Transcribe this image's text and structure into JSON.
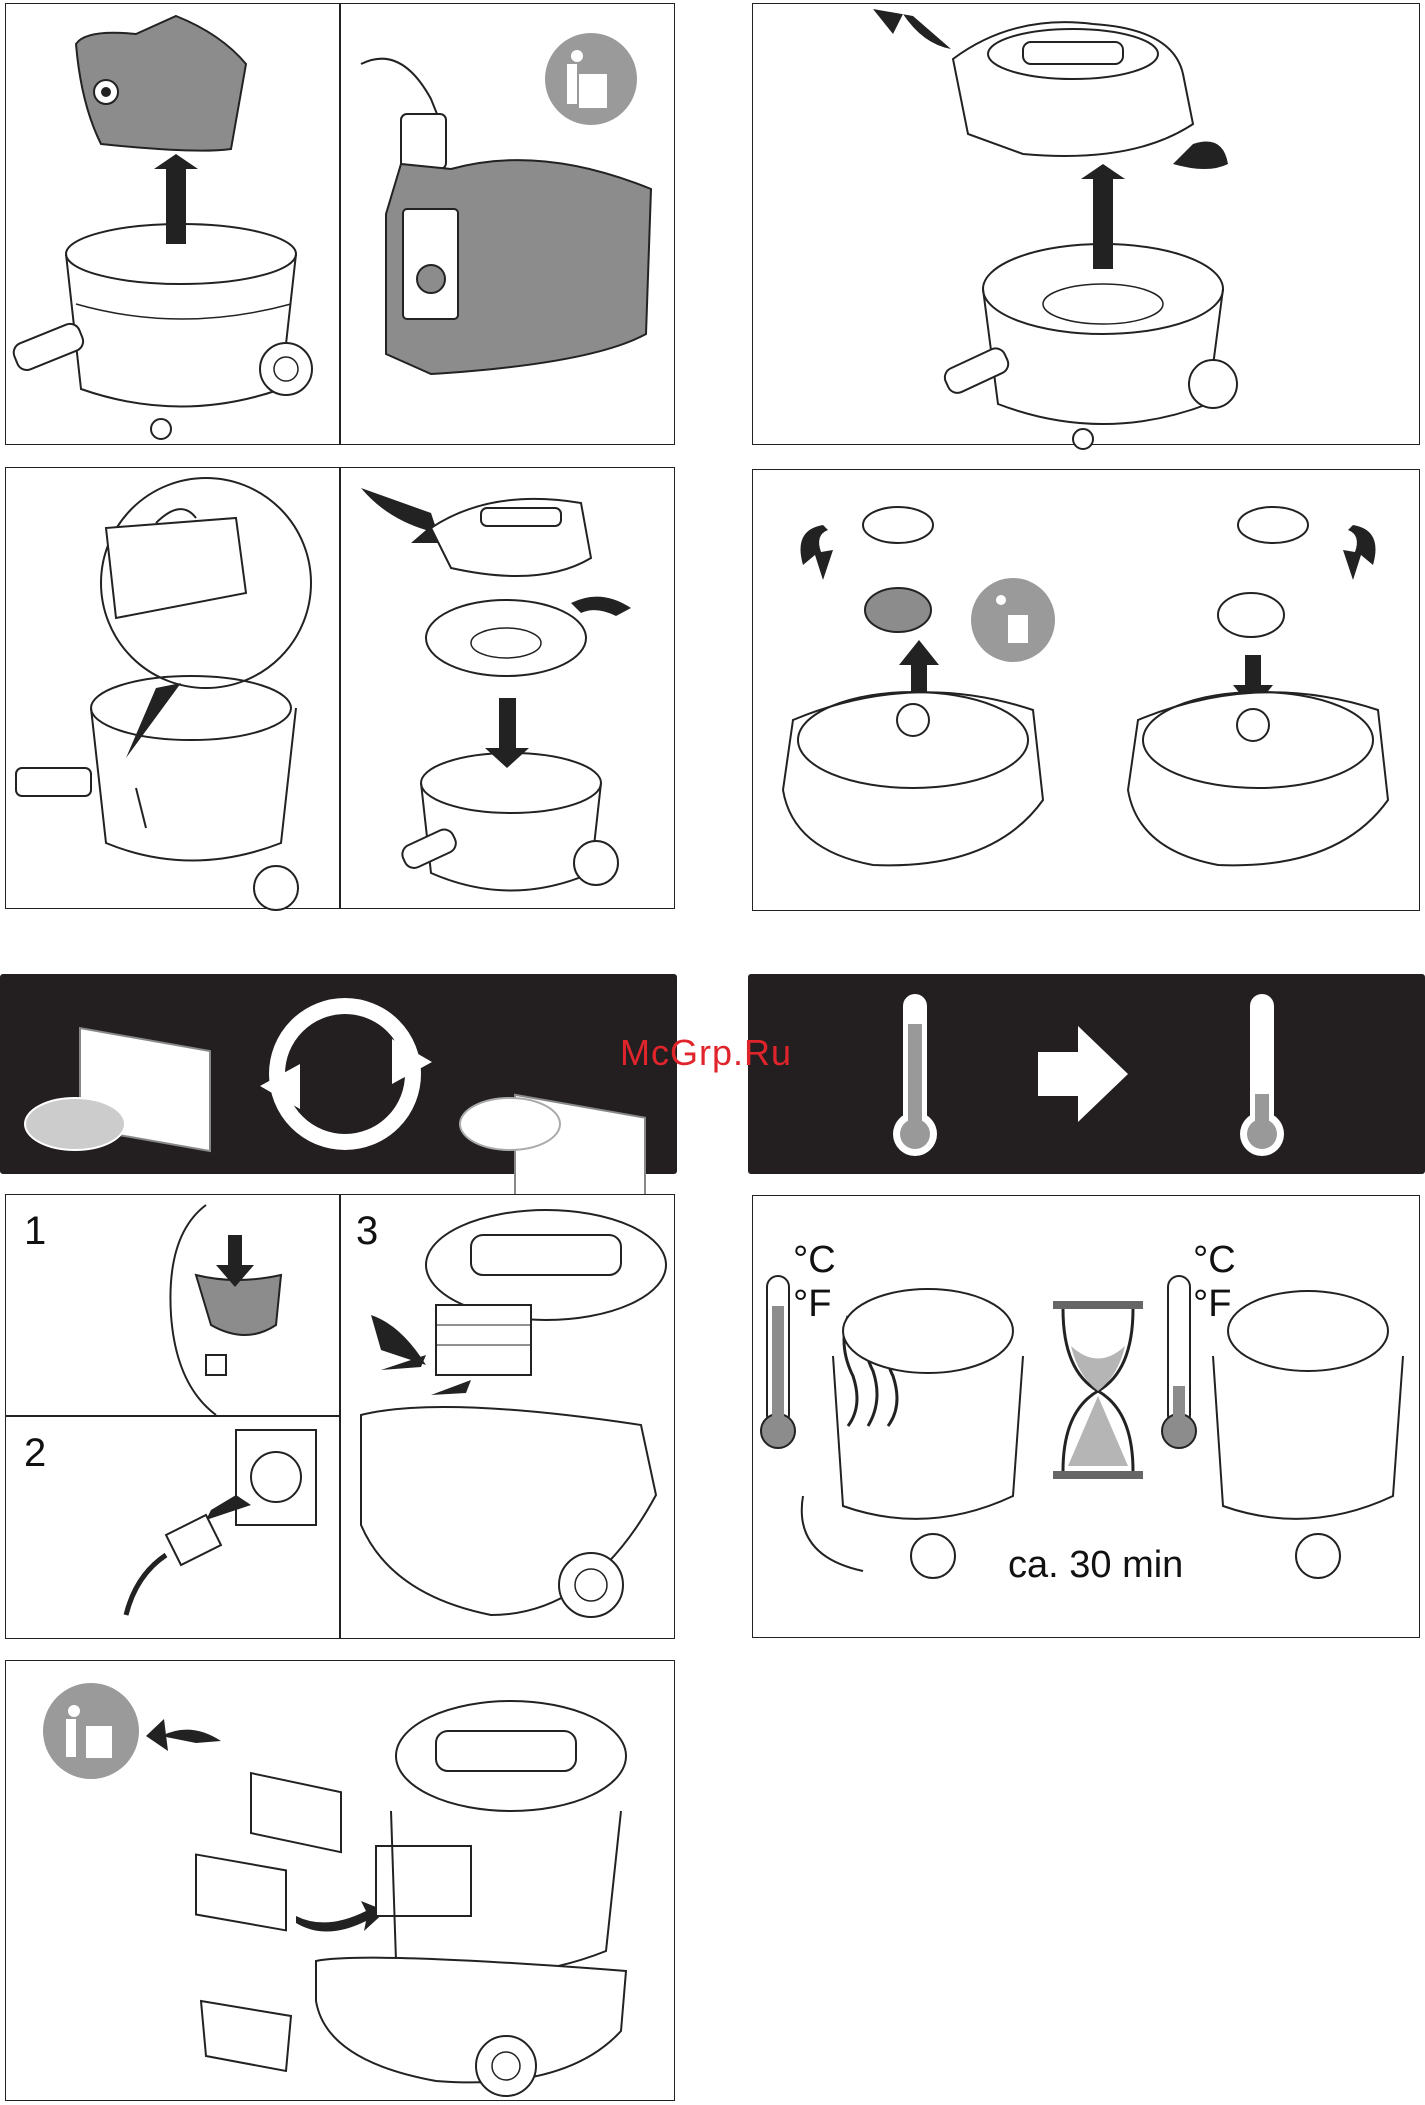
{
  "steps": {
    "step1": "1",
    "step2": "2",
    "step3": "3"
  },
  "units": {
    "celsius": "°C",
    "fahrenheit": "°F"
  },
  "cooling_time": "ca. 30 min",
  "watermark": "McGrp.Ru",
  "colors": {
    "dark_band": "#231f20",
    "bag_gray": "#8c8c8c",
    "recycle_circle": "#9a9a9a"
  },
  "icons": [
    "recycle-bin-icon",
    "rotate-arrows-icon",
    "thermometer-icon",
    "arrow-right-icon",
    "hourglass-icon"
  ]
}
